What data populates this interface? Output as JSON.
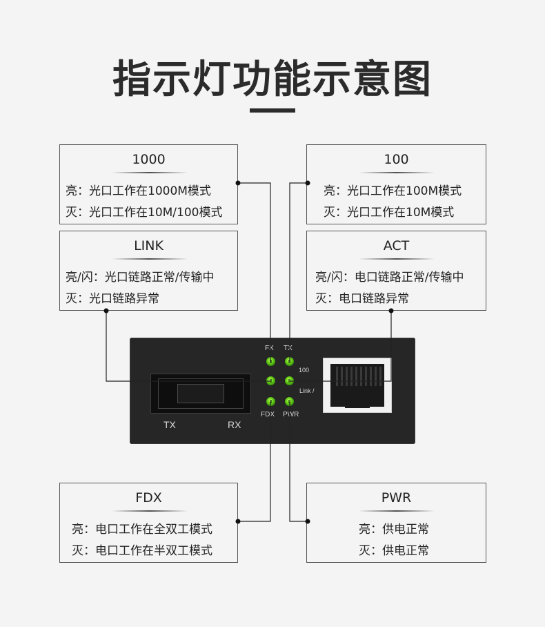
{
  "title": "指示灯功能示意图",
  "cards": {
    "c1000": {
      "head": "1000",
      "line1": "亮：光口工作在1000M模式",
      "line2": "灭：光口工作在10M/100模式"
    },
    "c100": {
      "head": "100",
      "line1": "亮：光口工作在100M模式",
      "line2": "灭：光口工作在10M模式"
    },
    "link": {
      "head": "LINK",
      "line1": "亮/闪：光口链路正常/传输中",
      "line2": "灭：光口链路异常"
    },
    "act": {
      "head": "ACT",
      "line1": "亮/闪：电口链路正常/传输中",
      "line2": "灭：电口链路异常"
    },
    "fdx": {
      "head": "FDX",
      "line1": "亮：电口工作在全双工模式",
      "line2": "灭：电口工作在半双工模式"
    },
    "pwr": {
      "head": "PWR",
      "line1": "亮：供电正常",
      "line2": "灭：供电正常"
    }
  },
  "device": {
    "port_tx": "TX",
    "port_rx": "RX",
    "led_fx": "FX",
    "led_tx": "TX",
    "led_fdx": "FDX",
    "led_pwr": "PWR",
    "label_100": "100",
    "label_link": "Link /"
  },
  "colors": {
    "led_green": "#6fd41d",
    "device": "#262626",
    "line": "#222222"
  }
}
